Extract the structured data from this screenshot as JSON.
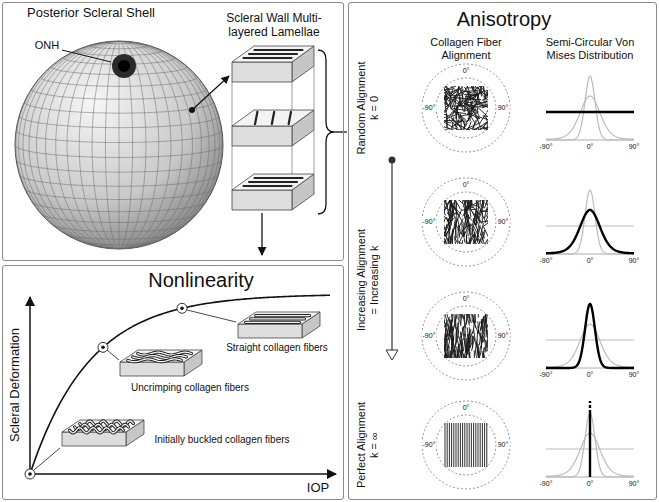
{
  "diagram": {
    "nodes": [
      {
        "text": [
          "Posterior Scleral Shell",
          "Scleral Wall Multi-layered Lamellae"
        ]
      },
      {
        "text": [
          "Nonlinearity"
        ]
      },
      {
        "text": [
          "Anisotropy"
        ]
      }
    ],
    "labels": [
      "ONH",
      "Straight collagen fibers",
      "Uncrimping collagen fibers",
      "Initially buckled collagen fibers",
      "Scleral Deformation",
      "IOP",
      "Collagen Fiber Alignment",
      "Semi-Circular Von Mises Distribution",
      "Random Alignment k = 0",
      "0°",
      "-90°",
      "90°",
      "-90°",
      "0°",
      "90°",
      "Increasing Alignment = Increasing k",
      "0°",
      "-90°",
      "90°",
      "-90°",
      "0°",
      "90°",
      "0°",
      "-90°",
      "90°",
      "-90°",
      "0°",
      "90°",
      "Perfect Alignment k = ∞",
      "0°",
      "-90°",
      "90°",
      "-90°",
      "0°",
      "90°"
    ]
  }
}
